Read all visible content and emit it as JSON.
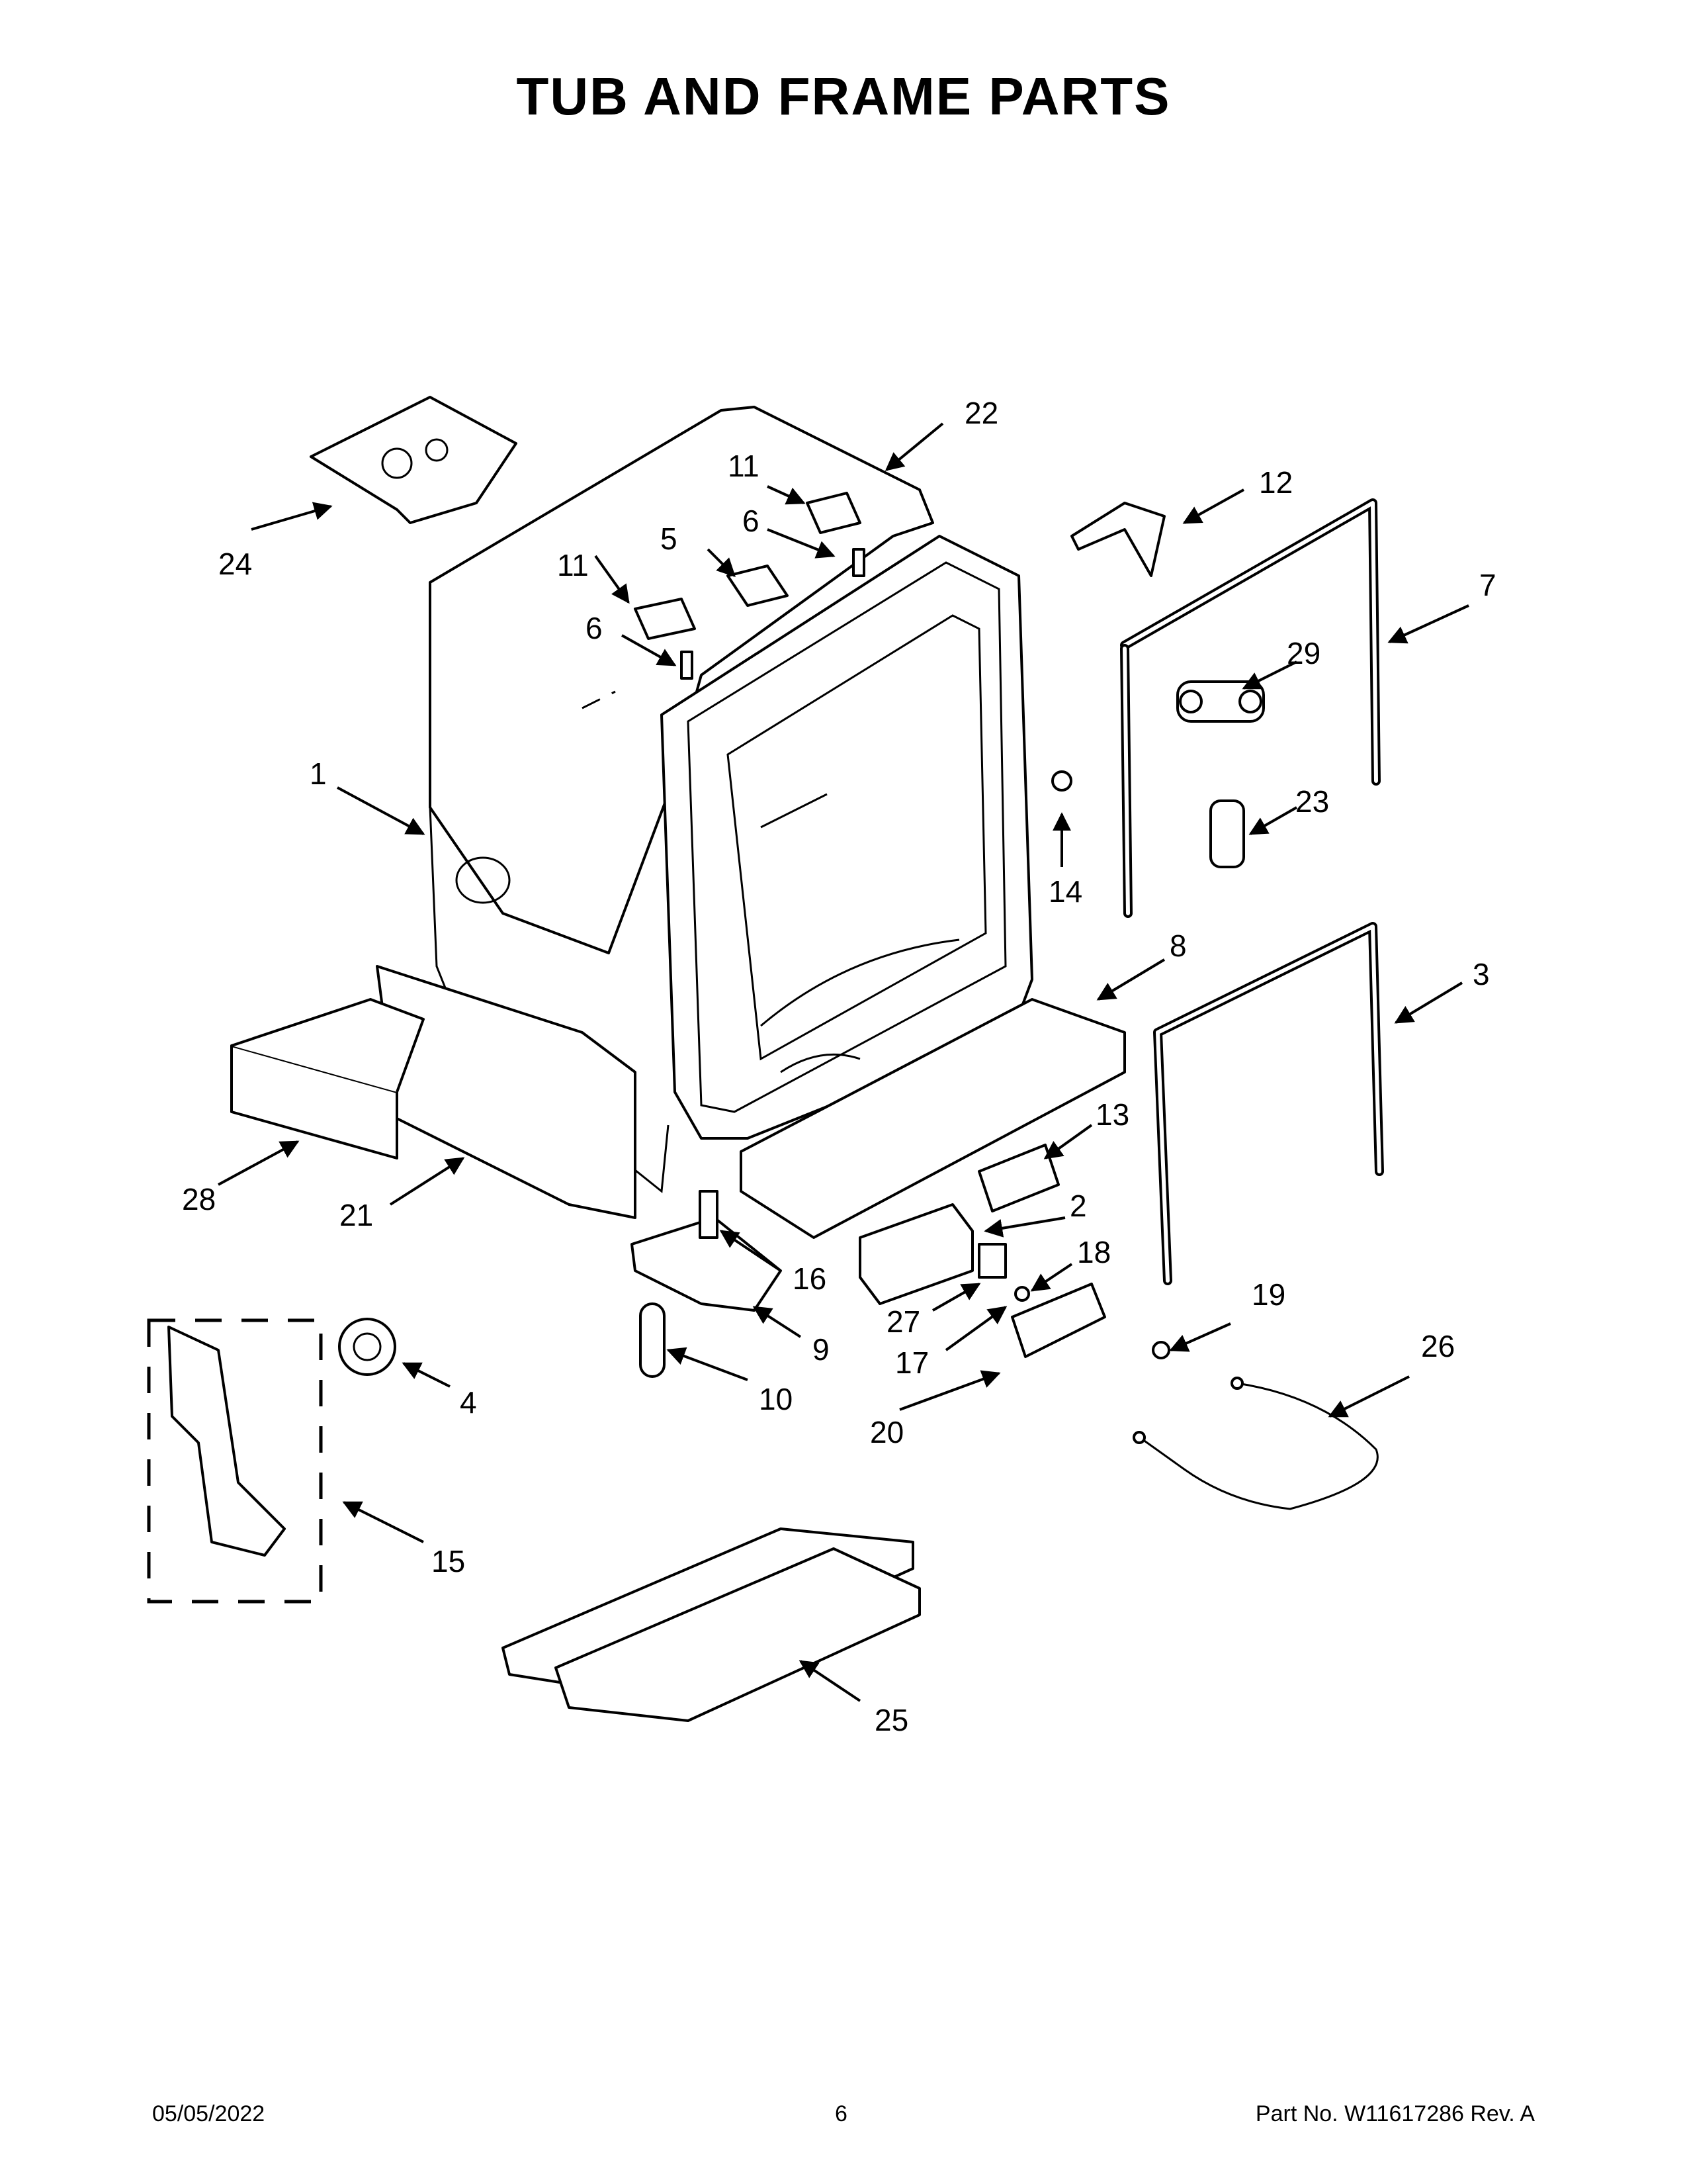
{
  "title": "TUB AND FRAME PARTS",
  "footer": {
    "date": "05/05/2022",
    "page": "6",
    "part_label": "Part No.  W11617286  Rev.  A"
  },
  "callouts": [
    "1",
    "2",
    "3",
    "4",
    "5",
    "6",
    "6",
    "7",
    "8",
    "9",
    "10",
    "11",
    "11",
    "12",
    "13",
    "14",
    "15",
    "16",
    "17",
    "18",
    "19",
    "20",
    "21",
    "22",
    "23",
    "24",
    "25",
    "26",
    "27",
    "28",
    "29"
  ]
}
